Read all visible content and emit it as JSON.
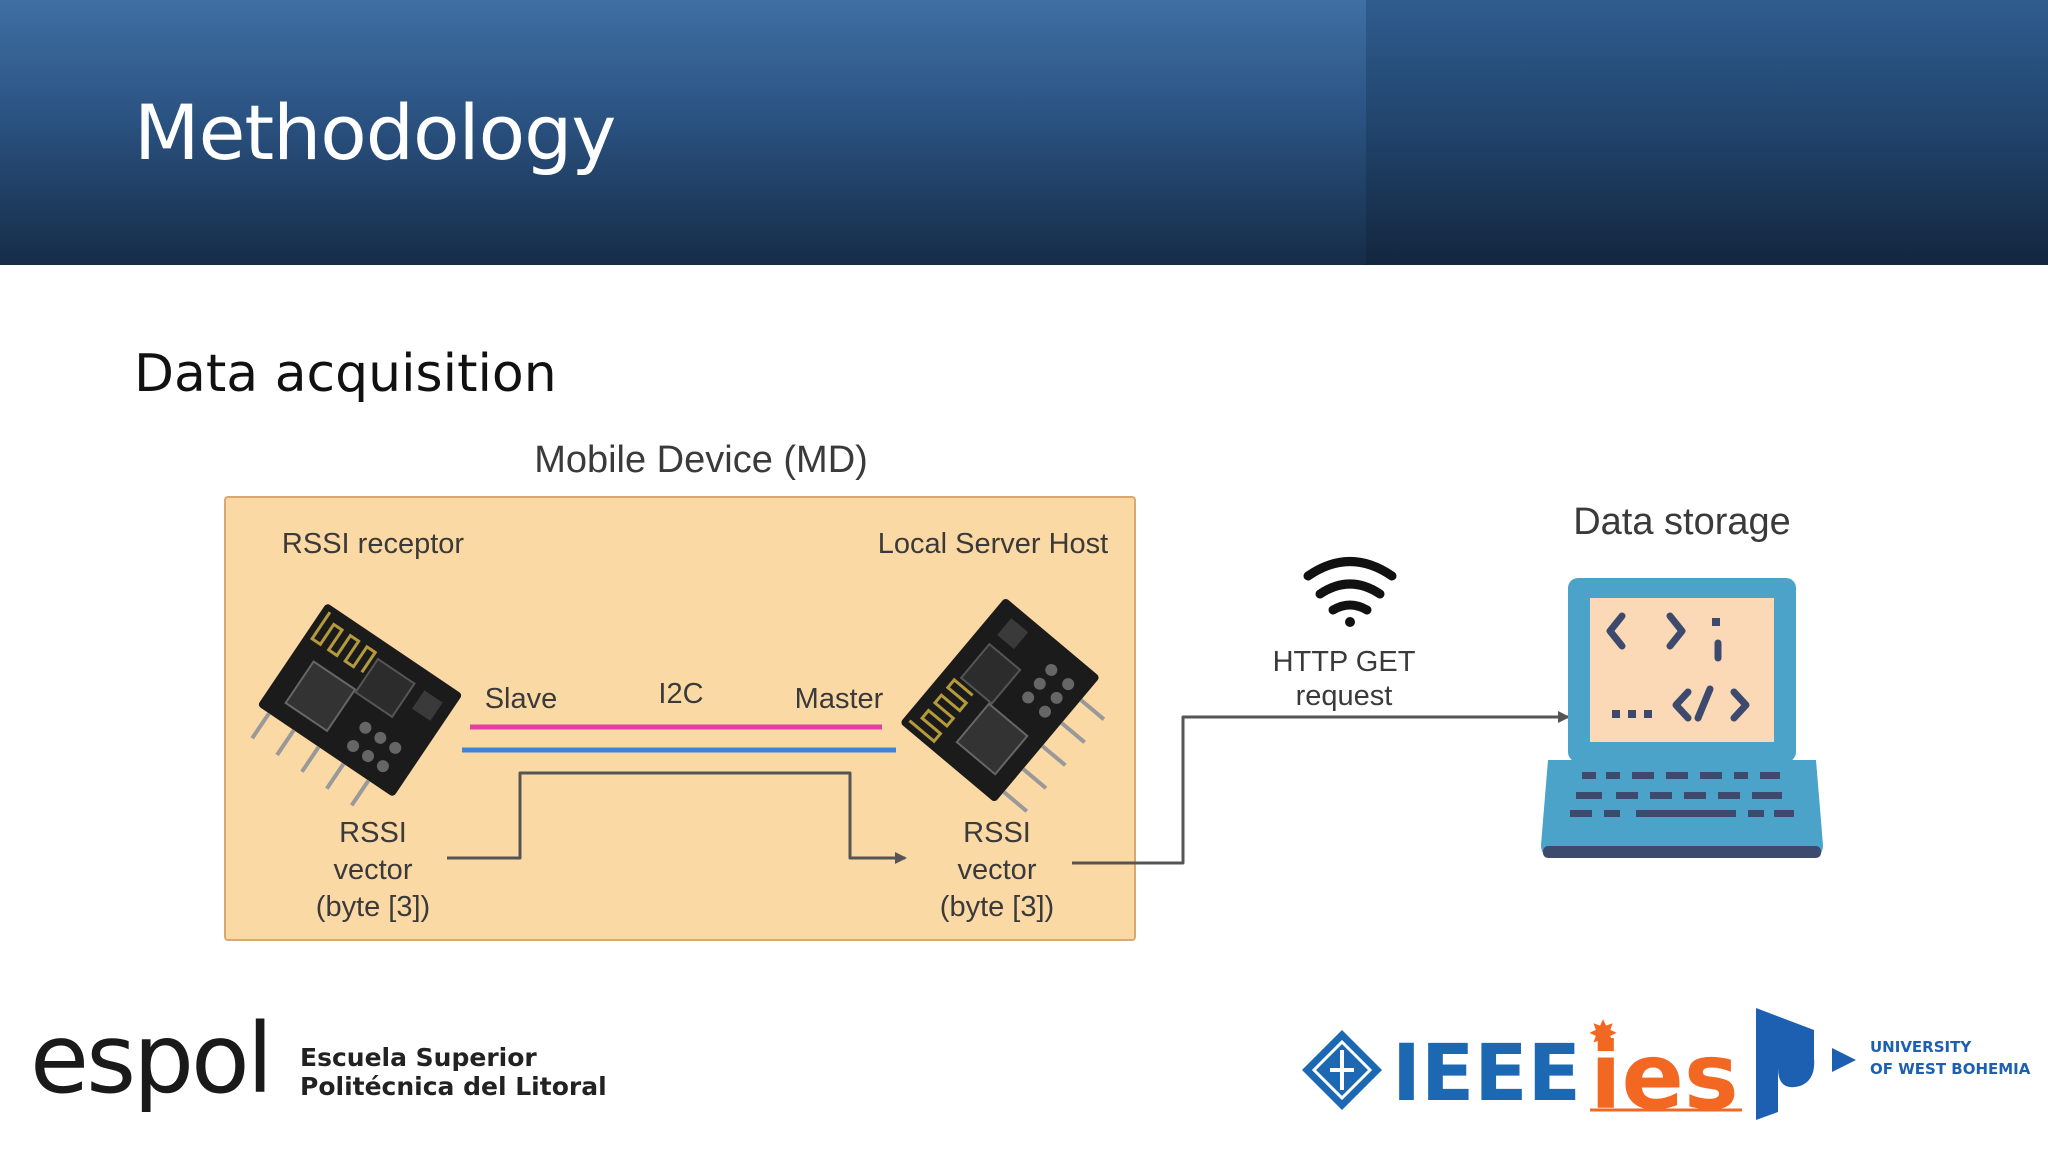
{
  "header": {
    "title": "Methodology"
  },
  "slide": {
    "subtitle": "Data acquisition"
  },
  "diagram": {
    "mobile_device_label": "Mobile Device (MD)",
    "rssi_receptor_label": "RSSI receptor",
    "local_server_label": "Local Server Host",
    "slave_label": "Slave",
    "i2c_label": "I2C",
    "master_label": "Master",
    "left_vector": {
      "line1": "RSSI",
      "line2": "vector",
      "line3": "(byte [3])"
    },
    "right_vector": {
      "line1": "RSSI",
      "line2": "vector",
      "line3": "(byte [3])"
    },
    "http": {
      "line1": "HTTP GET",
      "line2": "request"
    },
    "data_storage_label": "Data storage",
    "colors": {
      "box_fill": "#fbd9a5",
      "box_stroke": "#d9a872",
      "i2c_line_1": "#e23ea3",
      "i2c_line_2": "#3d86d3",
      "laptop": "#4ba3c9",
      "laptop_screen": "#fbd9b6",
      "code_glyphs": "#3e4a6d"
    }
  },
  "footer": {
    "espol_logo_text": "espol",
    "espol_line1": "Escuela Superior",
    "espol_line2": "Politécnica del Litoral",
    "ieee_logo_text": "IEEE",
    "ies_logo_text": "ies",
    "uwb_line1": "UNIVERSITY",
    "uwb_line2": "OF WEST BOHEMIA"
  }
}
